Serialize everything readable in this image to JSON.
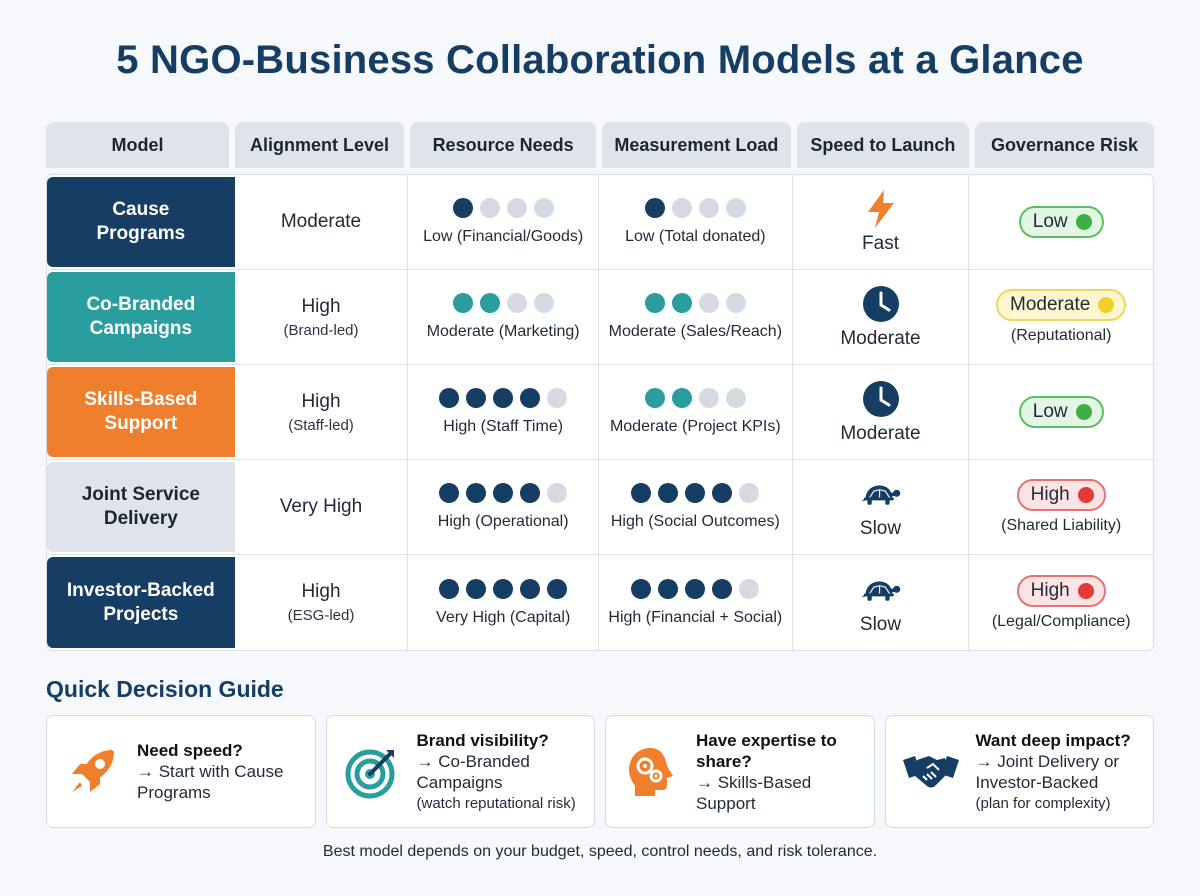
{
  "title": "5 NGO-Business Collaboration Models at a Glance",
  "headers": [
    "Model",
    "Alignment Level",
    "Resource Needs",
    "Measurement Load",
    "Speed to Launch",
    "Governance Risk"
  ],
  "rows": [
    {
      "model": "Cause Programs",
      "model_color": "#163d63",
      "alignment": "Moderate",
      "alignment_sub": "",
      "resource_level": 1,
      "resource_total": 4,
      "resource_color": "#163d63",
      "resource_label": "Low (Financial/Goods)",
      "measure_level": 1,
      "measure_total": 4,
      "measure_color": "#163d63",
      "measure_label": "Low (Total donated)",
      "speed_icon": "lightning-icon",
      "speed": "Fast",
      "risk": "Low",
      "risk_class": "low",
      "risk_sub": ""
    },
    {
      "model": "Co-Branded Campaigns",
      "model_color": "#2a9d9f",
      "alignment": "High",
      "alignment_sub": "(Brand-led)",
      "resource_level": 2,
      "resource_total": 4,
      "resource_color": "#2a9d9f",
      "resource_label": "Moderate (Marketing)",
      "measure_level": 2,
      "measure_total": 4,
      "measure_color": "#2a9d9f",
      "measure_label": "Moderate (Sales/Reach)",
      "speed_icon": "clock-icon",
      "speed": "Moderate",
      "risk": "Moderate",
      "risk_class": "mod",
      "risk_sub": "(Reputational)"
    },
    {
      "model": "Skills-Based Support",
      "model_color": "#f07f2d",
      "alignment": "High",
      "alignment_sub": "(Staff-led)",
      "resource_level": 4,
      "resource_total": 5,
      "resource_color": "#163d63",
      "resource_label": "High (Staff Time)",
      "measure_level": 2,
      "measure_total": 4,
      "measure_color": "#2a9d9f",
      "measure_label": "Moderate (Project KPIs)",
      "speed_icon": "clock-icon",
      "speed": "Moderate",
      "risk": "Low",
      "risk_class": "low",
      "risk_sub": ""
    },
    {
      "model": "Joint Service Delivery",
      "model_color": "#dfe4ea",
      "alignment": "Very High",
      "alignment_sub": "",
      "resource_level": 4,
      "resource_total": 5,
      "resource_color": "#163d63",
      "resource_label": "High (Operational)",
      "measure_level": 4,
      "measure_total": 5,
      "measure_color": "#163d63",
      "measure_label": "High (Social Outcomes)",
      "speed_icon": "turtle-icon",
      "speed": "Slow",
      "risk": "High",
      "risk_class": "high",
      "risk_sub": "(Shared Liability)"
    },
    {
      "model": "Investor-Backed Projects",
      "model_color": "#163d63",
      "alignment": "High",
      "alignment_sub": "(ESG-led)",
      "resource_level": 5,
      "resource_total": 5,
      "resource_color": "#163d63",
      "resource_label": "Very High (Capital)",
      "measure_level": 4,
      "measure_total": 5,
      "measure_color": "#163d63",
      "measure_label": "High (Financial + Social)",
      "speed_icon": "turtle-icon",
      "speed": "Slow",
      "risk": "High",
      "risk_class": "high",
      "risk_sub": "(Legal/Compliance)"
    }
  ],
  "guide_title": "Quick Decision Guide",
  "cards": [
    {
      "icon": "rocket-icon",
      "question": "Need speed?",
      "answer": "→ Start with Cause Programs",
      "note": ""
    },
    {
      "icon": "target-icon",
      "question": "Brand visibility?",
      "answer": "→ Co-Branded Campaigns",
      "note": "(watch reputational risk)"
    },
    {
      "icon": "expertise-head-icon",
      "question": "Have expertise to share?",
      "answer": "→ Skills-Based Support",
      "note": ""
    },
    {
      "icon": "handshake-icon",
      "question": "Want deep impact?",
      "answer": "→ Joint Delivery or Investor-Backed",
      "note": "(plan for complexity)"
    }
  ],
  "footer": "Best model depends on your budget, speed, control needs, and risk tolerance."
}
